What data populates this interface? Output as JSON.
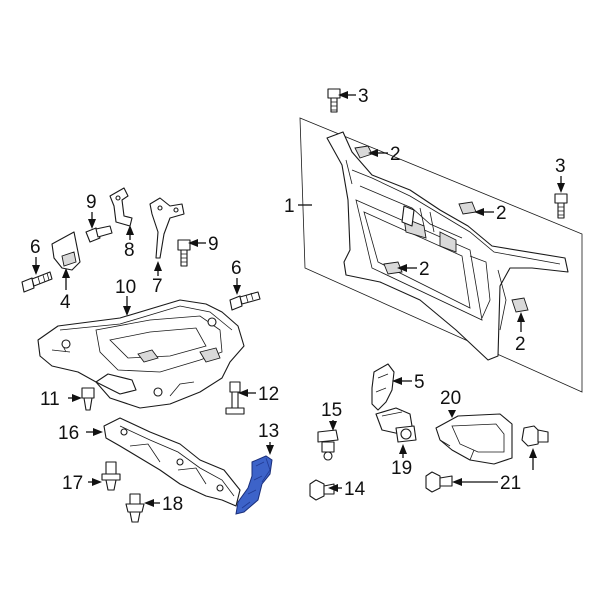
{
  "diagram": {
    "highlight_color": "#3d63c9",
    "highlighted_part": "13",
    "callouts": {
      "c1": "1",
      "c2a": "2",
      "c2b": "2",
      "c2c": "2",
      "c2d": "2",
      "c3a": "3",
      "c3b": "3",
      "c4": "4",
      "c5": "5",
      "c6a": "6",
      "c6b": "6",
      "c7": "7",
      "c8": "8",
      "c9a": "9",
      "c9b": "9",
      "c10": "10",
      "c11": "11",
      "c12": "12",
      "c13": "13",
      "c14": "14",
      "c15": "15",
      "c16": "16",
      "c17": "17",
      "c18": "18",
      "c19": "19",
      "c20": "20",
      "c21": "21"
    }
  }
}
